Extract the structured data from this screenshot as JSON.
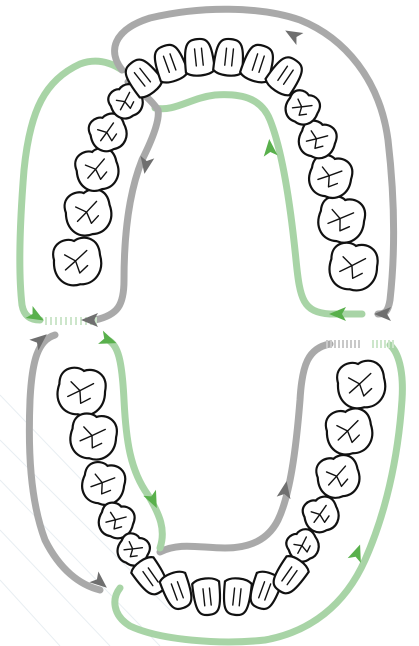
{
  "diagram": {
    "subject": "dental-arches-brushing-path",
    "colors": {
      "gray_path": "#a9a9a9",
      "gray_arrow": "#6f6f6f",
      "green_path": "#a8d4a6",
      "green_arrow": "#59b04c",
      "tooth_outline": "#111111",
      "tooth_fill": "#ffffff"
    },
    "arches": [
      {
        "name": "upper",
        "tooth_count": 16
      },
      {
        "name": "lower",
        "tooth_count": 16
      }
    ]
  }
}
